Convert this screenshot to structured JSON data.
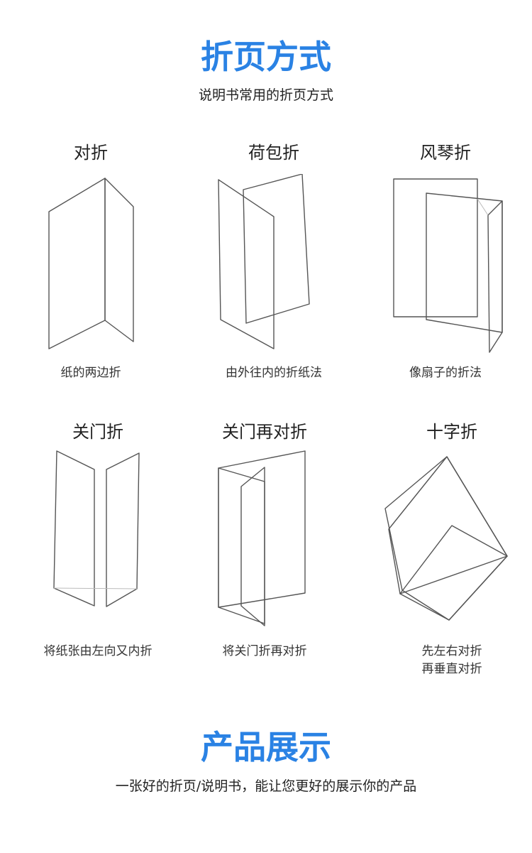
{
  "section1": {
    "title": "折页方式",
    "subtitle": "说明书常用的折页方式"
  },
  "folds": [
    {
      "name": "对折",
      "desc": "纸的两边折"
    },
    {
      "name": "荷包折",
      "desc": "由外往内的折纸法"
    },
    {
      "name": "风琴折",
      "desc": "像扇子的折法"
    },
    {
      "name": "关门折",
      "desc": "将纸张由左向又内折"
    },
    {
      "name": "关门再对折",
      "desc": "将关门折再对折"
    },
    {
      "name": "十字折",
      "desc_line1": "先左右对折",
      "desc_line2": "再垂直对折"
    }
  ],
  "section2": {
    "title": "产品展示",
    "subtitle": "一张好的折页/说明书，能让您更好的展示你的产品"
  },
  "icons": [
    "half-fold-diagram-icon",
    "roll-fold-diagram-icon",
    "accordion-fold-diagram-icon",
    "gate-fold-diagram-icon",
    "double-gate-fold-diagram-icon",
    "cross-fold-diagram-icon"
  ],
  "accent_color": "#2a82e4"
}
